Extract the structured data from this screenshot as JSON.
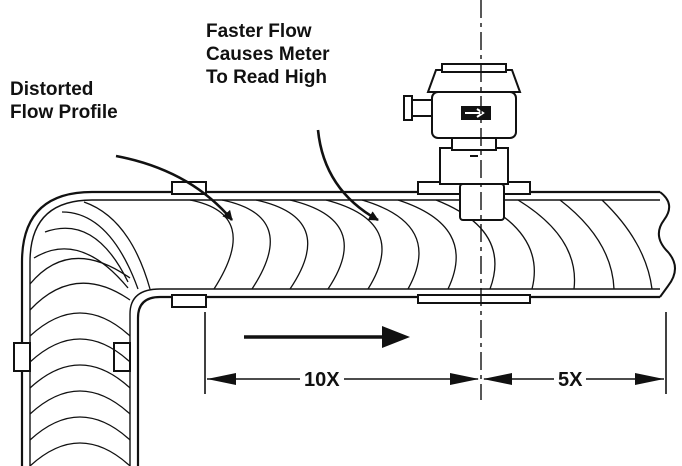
{
  "labels": {
    "distorted_line1": "Distorted",
    "distorted_line2": "Flow Profile",
    "faster_line1": "Faster Flow",
    "faster_line2": "Causes Meter",
    "faster_line3": "To Read High"
  },
  "dimensions": {
    "upstream": "10X",
    "downstream": "5X"
  },
  "colors": {
    "ink": "#111111",
    "background": "#ffffff"
  },
  "icons": {
    "display_glyph": "right-arrow-icon"
  }
}
